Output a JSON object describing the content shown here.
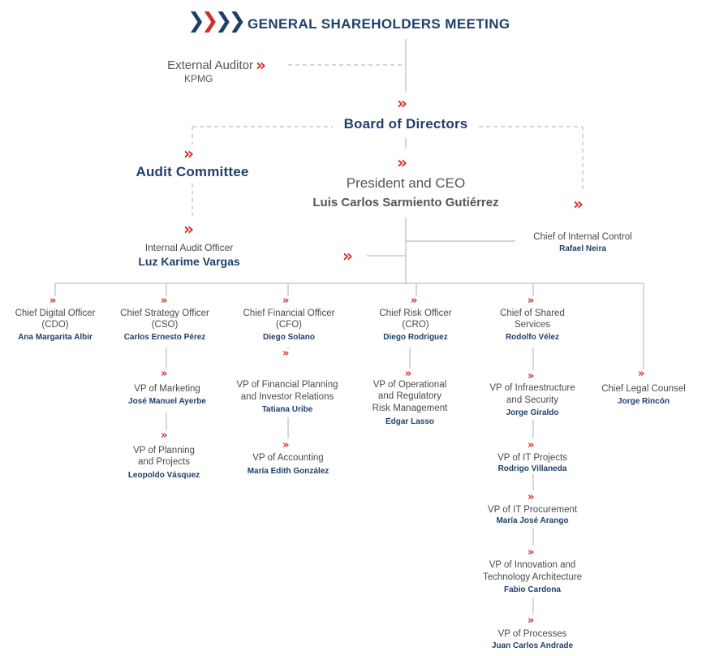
{
  "colors": {
    "navy": "#1f3f6b",
    "accent": "#d42e2b",
    "line": "#bdbdbd",
    "text": "#4a4a4a"
  },
  "icons": {
    "arrow": "double-chevron-right-icon",
    "logo": "chevron-chain-logo"
  },
  "arrow_glyph": "»",
  "header": {
    "title": "GENERAL SHAREHOLDERS MEETING",
    "logo_glyphs": [
      "❯",
      "❯",
      "❯",
      "❯"
    ]
  },
  "external_auditor": {
    "role": "External Auditor",
    "firm": "KPMG"
  },
  "board": {
    "title": "Board of Directors"
  },
  "audit_committee": {
    "title": "Audit Committee"
  },
  "ceo": {
    "role": "President and CEO",
    "name": "Luis Carlos Sarmiento Gutiérrez"
  },
  "internal_audit": {
    "role": "Internal Audit Officer",
    "name": "Luz Karime Vargas"
  },
  "internal_control": {
    "role": "Chief of Internal Control",
    "name": "Rafael Neira"
  },
  "cdo": {
    "role1": "Chief Digital Officer",
    "role2": "(CDO)",
    "name": "Ana Margarita Albir"
  },
  "cso": {
    "role1": "Chief Strategy Officer",
    "role2": "(CSO)",
    "name": "Carlos Ernesto Pérez"
  },
  "cfo": {
    "role1": "Chief Financial Officer",
    "role2": "(CFO)",
    "name": "Diego Solano"
  },
  "cro": {
    "role1": "Chief Risk Officer",
    "role2": "(CRO)",
    "name": "Diego Rodríguez"
  },
  "shared": {
    "role1": "Chief of Shared",
    "role2": "Services",
    "name": "Rodolfo Vélez"
  },
  "legal": {
    "role": "Chief Legal Counsel",
    "name": "Jorge Rincón"
  },
  "vp_marketing": {
    "role": "VP of Marketing",
    "name": "José Manuel Ayerbe"
  },
  "vp_planning": {
    "role1": "VP of Planning",
    "role2": "and Projects",
    "name": "Leopoldo Vásquez"
  },
  "vp_fin_planning": {
    "role1": "VP of Financial Planning",
    "role2": "and Investor Relations",
    "name": "Tatiana Uribe"
  },
  "vp_accounting": {
    "role": "VP of Accounting",
    "name": "María Edith González"
  },
  "vp_op_risk": {
    "role1": "VP of Operational",
    "role2": "and Regulatory",
    "role3": "Risk Management",
    "name": "Edgar Lasso"
  },
  "vp_infra": {
    "role1": "VP of Infraestructure",
    "role2": "and Security",
    "name": "Jorge Giraldo"
  },
  "vp_it_projects": {
    "role": "VP of IT Projects",
    "name": "Rodrigo Villaneda"
  },
  "vp_it_procurement": {
    "role": "VP of IT Procurement",
    "name": "María José Arango"
  },
  "vp_innovation": {
    "role1": "VP of Innovation and",
    "role2": "Technology Architecture",
    "name": "Fabio Cardona"
  },
  "vp_processes": {
    "role": "VP of Processes",
    "name": "Juan Carlos Andrade"
  }
}
